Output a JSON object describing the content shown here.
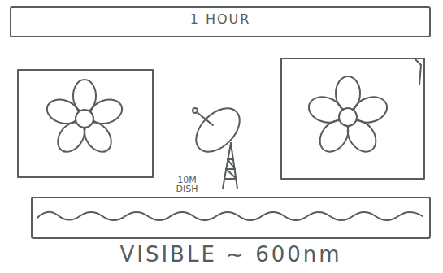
{
  "diagram": {
    "nodes": [
      {
        "text": [
          "1 HOUR"
        ]
      },
      {
        "text": [
          "VISIBLE ~ 600nm"
        ]
      }
    ],
    "labels": [
      "10M DISH"
    ]
  }
}
